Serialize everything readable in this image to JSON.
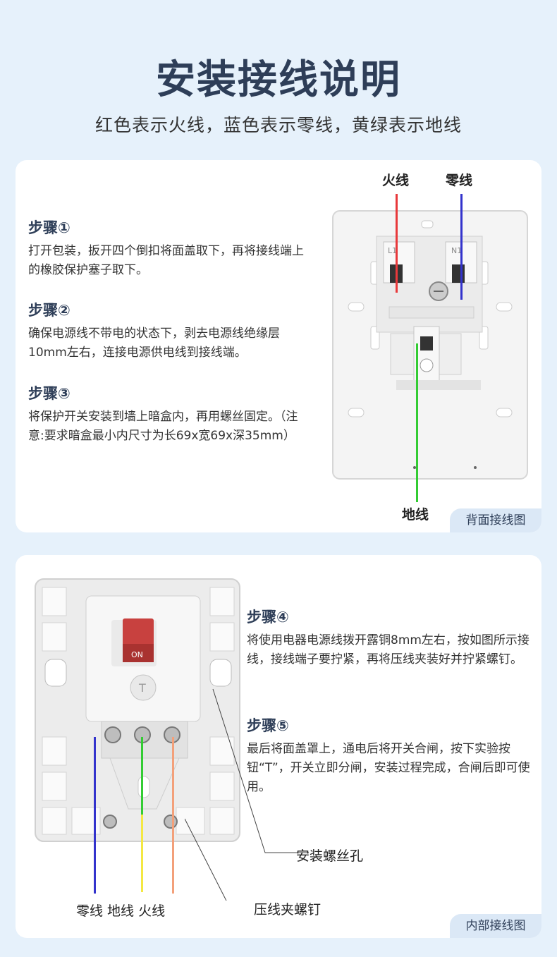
{
  "header": {
    "title": "安装接线说明",
    "subtitle": "红色表示火线，蓝色表示零线，黄绿表示地线"
  },
  "back_section": {
    "steps": [
      {
        "title": "步骤①",
        "text": "打开包装，扳开四个倒扣将面盖取下，再将接线端上的橡胶保护塞子取下。"
      },
      {
        "title": "步骤②",
        "text": "确保电源线不带电的状态下，剥去电源线绝缘层10mm左右，连接电源供电线到接线端。"
      },
      {
        "title": "步骤③",
        "text": "将保护开关安装到墙上暗盒内，再用螺丝固定。（注意:要求暗盒最小内尺寸为长69x宽69x深35mm）"
      }
    ],
    "labels": {
      "live": "火线",
      "neutral": "零线",
      "ground": "地线"
    },
    "terminal_marks": {
      "l": "L1",
      "n": "N1"
    },
    "tag": "背面接线图"
  },
  "inner_section": {
    "steps": [
      {
        "title": "步骤④",
        "text": "将使用电器电源线拨开露铜8mm左右，按如图所示接线，接线端子要拧紧，再将压线夹装好并拧紧螺钉。"
      },
      {
        "title": "步骤⑤",
        "text": "最后将面盖罩上，通电后将开关合闸，按下实验按钮“T”，开关立即分闸，安装过程完成，合闸后即可使用。"
      }
    ],
    "switch_on": "ON",
    "test_button": "T",
    "callouts": {
      "screw_hole": "安装螺丝孔",
      "clamp_screw": "压线夹螺钉"
    },
    "wire_labels": "零线 地线 火线",
    "tag": "内部接线图"
  },
  "colors": {
    "live": "#e8393b",
    "neutral": "#3333cc",
    "ground": "#33cc33",
    "ground_inner": "#f4e843",
    "live_inner": "#f3a07a",
    "title": "#2e3e58",
    "background": "#e6f1fb"
  }
}
